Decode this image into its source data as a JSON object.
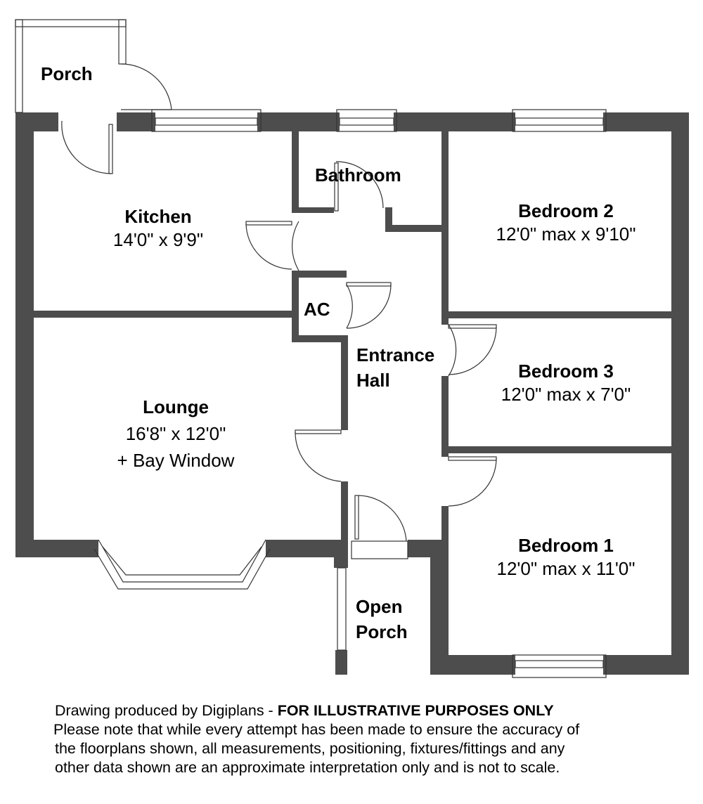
{
  "colors": {
    "wall": "#4d4d4d",
    "line": "#333333",
    "background": "#ffffff"
  },
  "rooms": [
    {
      "id": "porch",
      "name": "Porch"
    },
    {
      "id": "kitchen",
      "name": "Kitchen",
      "dimensions": "14'0\" x 9'9\""
    },
    {
      "id": "bathroom",
      "name": "Bathroom"
    },
    {
      "id": "bedroom2",
      "name": "Bedroom 2",
      "dimensions": "12'0\" max x 9'10\""
    },
    {
      "id": "ac",
      "name": "AC"
    },
    {
      "id": "entrance-hall",
      "name_line1": "Entrance",
      "name_line2": "Hall"
    },
    {
      "id": "bedroom3",
      "name": "Bedroom 3",
      "dimensions": "12'0\" max x 7'0\""
    },
    {
      "id": "lounge",
      "name": "Lounge",
      "dimensions": "16'8\" x 12'0\"",
      "extra": "+ Bay Window"
    },
    {
      "id": "bedroom1",
      "name": "Bedroom 1",
      "dimensions": "12'0\" max x 11'0\""
    },
    {
      "id": "open-porch",
      "name_line1": "Open",
      "name_line2": "Porch"
    }
  ],
  "footer": {
    "line1_prefix": "Drawing produced by Digiplans - ",
    "line1_bold": "FOR ILLUSTRATIVE PURPOSES ONLY",
    "line2": "Please note that while every attempt has been made to ensure the accuracy of",
    "line3": "the floorplans shown, all measurements, positioning, fixtures/fittings and any",
    "line4": "other data shown are an approximate interpretation only and is not to scale."
  }
}
